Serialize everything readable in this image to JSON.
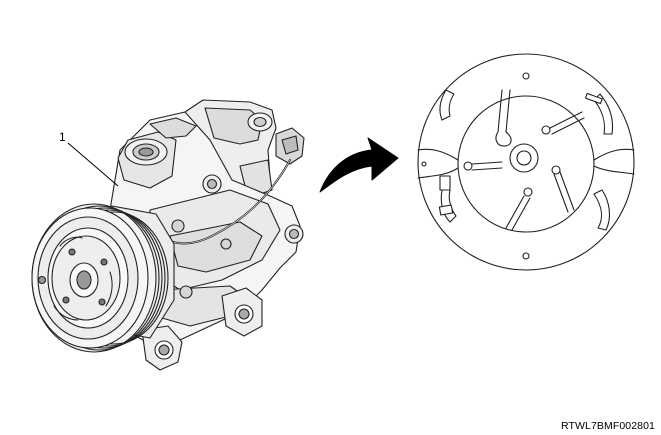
{
  "callouts": [
    {
      "number": "1"
    }
  ],
  "figure_code": "RTWL7BMF002801",
  "illustration": {
    "main_part": "ac-compressor",
    "detail_view": "magnetic-clutch-pressure-plate",
    "arrow_direction": "right"
  }
}
